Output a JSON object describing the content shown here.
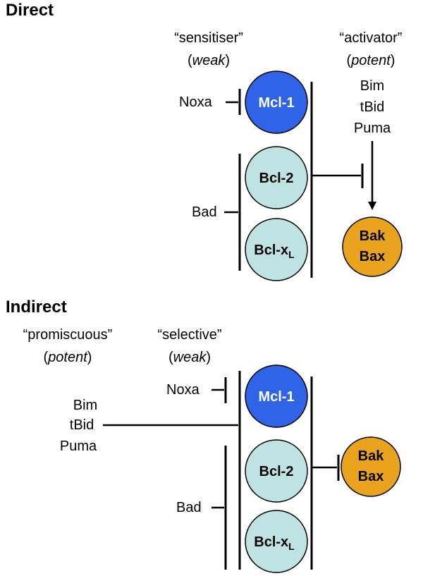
{
  "colors": {
    "mcl1": "#2f63e8",
    "bcl": "#bfe3e3",
    "bakbax": "#e9a31c",
    "stroke": "#000000"
  },
  "direct": {
    "heading": "Direct",
    "sensitiser_quote": "“sensitiser”",
    "sensitiser_paren": "(weak)",
    "activator_quote": "“activator”",
    "activator_paren": "(potent)",
    "activators": [
      "Bim",
      "tBid",
      "Puma"
    ],
    "noxa": "Noxa",
    "bad": "Bad",
    "mcl1": "Mcl-1",
    "bcl2": "Bcl-2",
    "bclxl": "Bcl-x",
    "bclxl_sub": "L",
    "bak": "Bak",
    "bax": "Bax"
  },
  "indirect": {
    "heading": "Indirect",
    "promiscuous_quote": "“promiscuous”",
    "promiscuous_paren": "(potent)",
    "selective_quote": "“selective”",
    "selective_paren": "(weak)",
    "activators": [
      "Bim",
      "tBid",
      "Puma"
    ],
    "noxa": "Noxa",
    "bad": "Bad",
    "mcl1": "Mcl-1",
    "bcl2": "Bcl-2",
    "bclxl": "Bcl-x",
    "bclxl_sub": "L",
    "bak": "Bak",
    "bax": "Bax"
  }
}
